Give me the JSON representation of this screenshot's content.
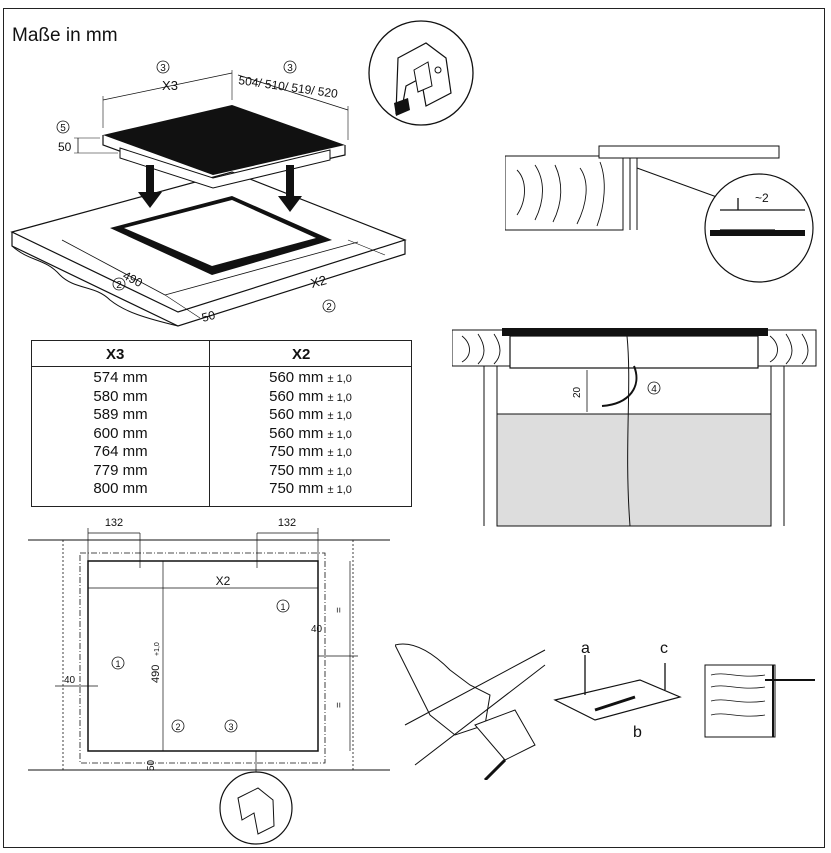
{
  "title": "Maße in mm",
  "hob_diagram": {
    "label_x3": "X3",
    "label_depth": "504/ 510/ 519/ 520",
    "label_height": "50",
    "label_cut_depth": "490",
    "label_x2": "X2",
    "label_edge": "50",
    "marker_3": "3",
    "marker_5": "5",
    "marker_2": "2"
  },
  "edge_detail": {
    "label_gap": "~2"
  },
  "section_detail": {
    "label_clearance": "20",
    "marker_4": "4"
  },
  "dimension_table": {
    "header_x3": "X3",
    "header_x2": "X2",
    "rows": [
      {
        "x3": "574 mm",
        "x2": "560 mm",
        "tol": "± 1,0"
      },
      {
        "x3": "580 mm",
        "x2": "560 mm",
        "tol": "± 1,0"
      },
      {
        "x3": "589 mm",
        "x2": "560 mm",
        "tol": "± 1,0"
      },
      {
        "x3": "600 mm",
        "x2": "560 mm",
        "tol": "± 1,0"
      },
      {
        "x3": "764 mm",
        "x2": "750 mm",
        "tol": "± 1,0"
      },
      {
        "x3": "779 mm",
        "x2": "750 mm",
        "tol": "± 1,0"
      },
      {
        "x3": "800 mm",
        "x2": "750 mm",
        "tol": "± 1,0"
      }
    ]
  },
  "plan_view": {
    "label_132_left": "132",
    "label_132_right": "132",
    "label_x2": "X2",
    "label_490": "490",
    "label_490_tol": "+1,0",
    "label_40_right": "40",
    "label_40_left": "40",
    "label_50": "50",
    "marker_1": "1",
    "marker_2": "2",
    "marker_3": "3",
    "equal_mark": "="
  },
  "removal_steps": {
    "label_a": "a",
    "label_b": "b",
    "label_c": "c"
  }
}
